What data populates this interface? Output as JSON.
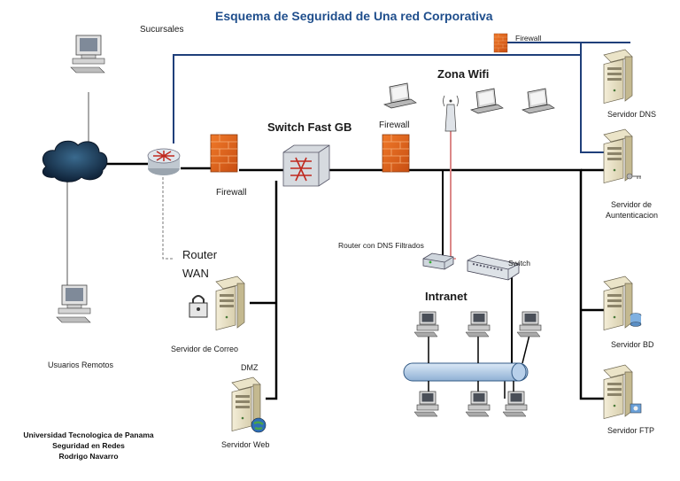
{
  "title": "Esquema de Seguridad de Una red Corporativa",
  "labels": {
    "sucursales": "Sucursales",
    "firewall_top": "Firewall",
    "zona_wifi": "Zona Wifi",
    "switch_fast": "Switch Fast GB",
    "firewall_mid": "Firewall",
    "firewall_left": "Firewall",
    "servidor_dns": "Servidor DNS",
    "servidor_auth_1": "Servidor de",
    "servidor_auth_2": "Auntenticacion",
    "router": "Router",
    "wan": "WAN",
    "router_dns": "Router con DNS Filtrados",
    "switch": "Switch",
    "intranet": "Intranet",
    "servidor_correo": "Servidor de Correo",
    "dmz": "DMZ",
    "servidor_web": "Servidor Web",
    "usuarios_remotos": "Usuarios Remotos",
    "servidor_bd": "Servidor BD",
    "servidor_ftp": "Servidor FTP"
  },
  "credits": {
    "line1": "Universidad Tecnologica de Panama",
    "line2": "Seguridad en Redes",
    "line3": "Rodrigo Navarro"
  },
  "colors": {
    "title": "#1f4e8c",
    "wan_link": "#1f3f7a",
    "lan_link": "#000000",
    "wifi_link": "#e8a0a0",
    "firewall": "#e8641e",
    "router": "#c0c8d0"
  },
  "icons": [
    "computer-icon",
    "cloud-icon",
    "router-icon",
    "firewall-icon",
    "switch-icon",
    "server-icon",
    "laptop-icon",
    "antenna-icon",
    "bus-icon",
    "lock-icon",
    "key-icon",
    "globe-icon",
    "database-icon"
  ]
}
